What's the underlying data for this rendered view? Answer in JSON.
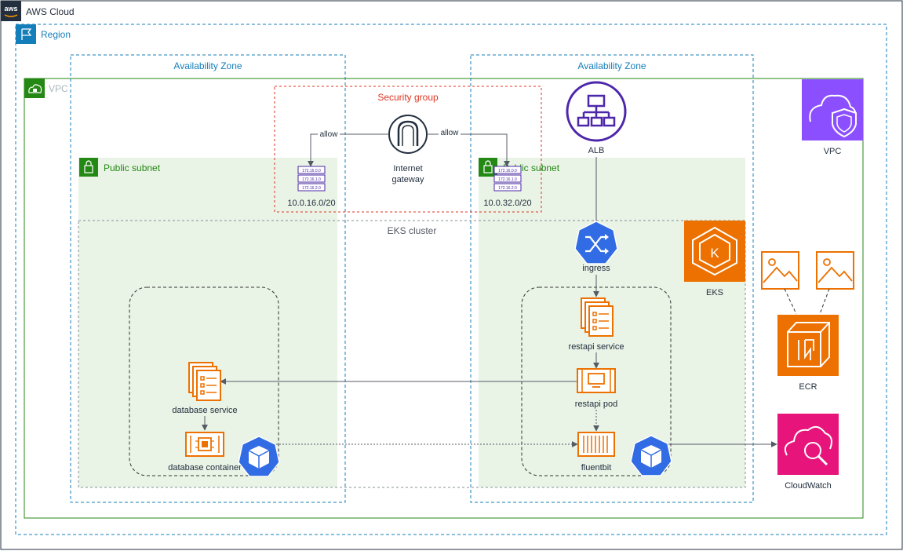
{
  "cloud": {
    "title": "AWS Cloud",
    "logo_text": "aws"
  },
  "region": {
    "title": "Region"
  },
  "availability_zones": [
    {
      "label": "Availability Zone"
    },
    {
      "label": "Availability Zone"
    }
  ],
  "vpc": {
    "title": "VPC"
  },
  "security_group": {
    "title": "Security group"
  },
  "internet_gateway": {
    "label_line1": "Internet",
    "label_line2": "gateway"
  },
  "arrows": {
    "allow_left": "allow",
    "allow_right": "allow"
  },
  "subnets": [
    {
      "title": "Public subnet",
      "cidr": "10.0.16.0/20",
      "rows": [
        "172.16.0.0",
        "172.16.1.0",
        "172.16.2.0"
      ]
    },
    {
      "title": "Public subnet",
      "cidr": "10.0.32.0/20",
      "rows": [
        "172.16.0.0",
        "172.16.1.0",
        "172.16.2.0"
      ]
    }
  ],
  "alb": {
    "label": "ALB"
  },
  "eks_cluster": {
    "title": "EKS cluster"
  },
  "ingress": {
    "label": "ingress"
  },
  "restapi_service": {
    "label": "restapi service"
  },
  "restapi_pod": {
    "label": "restapi pod"
  },
  "fluentbit": {
    "label": "fluentbit"
  },
  "database_service": {
    "label": "database service"
  },
  "database_container": {
    "label": "database container"
  },
  "eks": {
    "label": "EKS",
    "glyph": "K"
  },
  "vpc_service": {
    "label": "VPC"
  },
  "ecr": {
    "label": "ECR"
  },
  "cloudwatch": {
    "label": "CloudWatch"
  },
  "colors": {
    "aws_orange": "#ED7100",
    "vpc_green": "#248814",
    "subnet_fill": "#E9F3E6",
    "region_blue": "#147EBA",
    "k8s_blue": "#326CE5",
    "alb_purple": "#4D27AA",
    "vpc_purple": "#8C4FFF",
    "cloudwatch_pink": "#E7157B",
    "sg_red": "#DD3522"
  }
}
